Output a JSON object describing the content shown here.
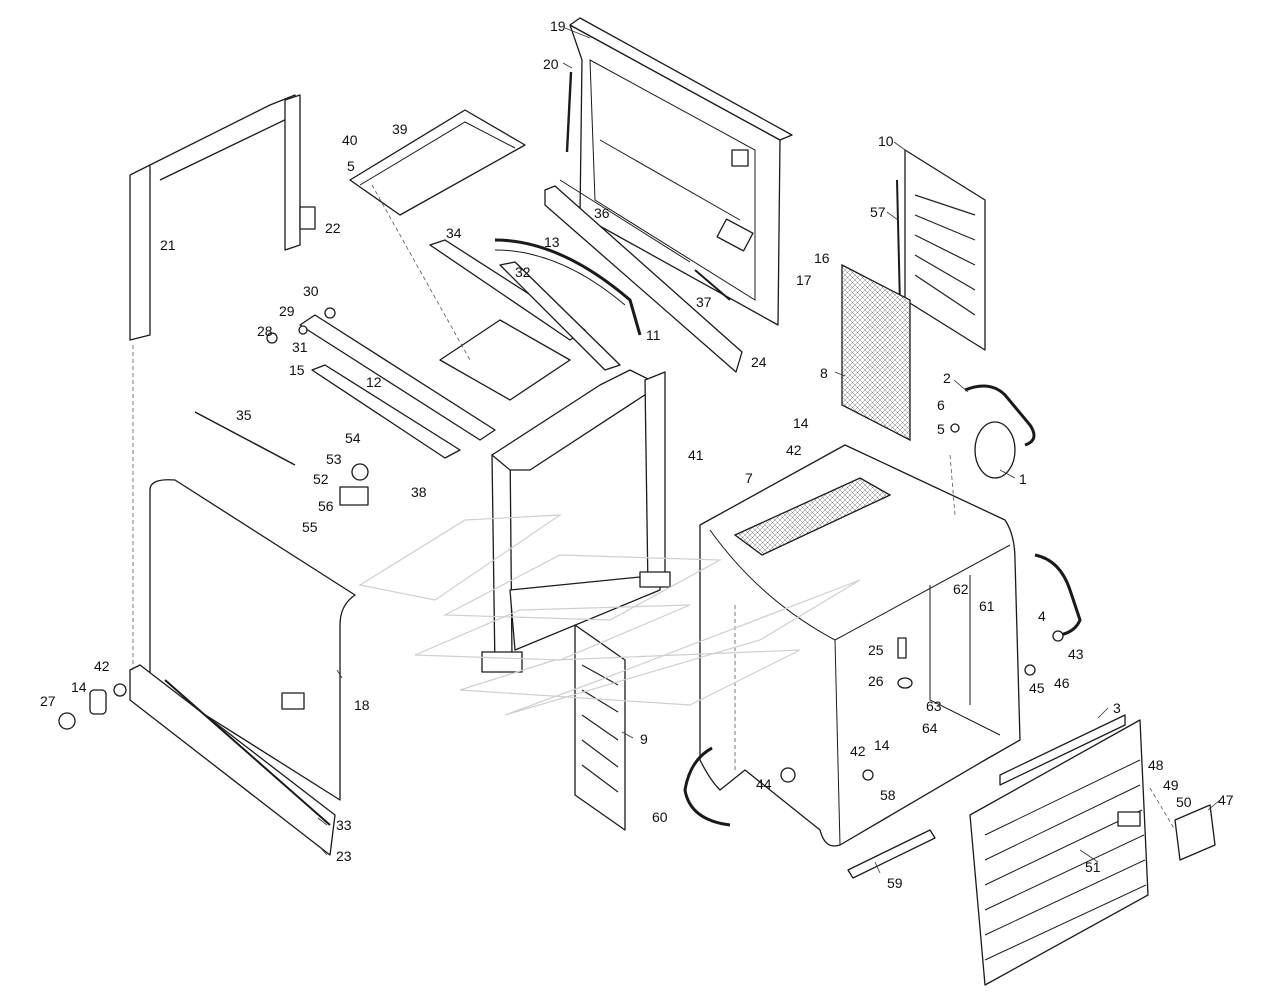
{
  "part_labels": {
    "p1": "1",
    "p2": "2",
    "p3": "3",
    "p4": "4",
    "p5a": "5",
    "p5b": "5",
    "p6": "6",
    "p7": "7",
    "p8": "8",
    "p9": "9",
    "p10": "10",
    "p11": "11",
    "p12": "12",
    "p13": "13",
    "p14a": "14",
    "p14b": "14",
    "p14c": "14",
    "p15": "15",
    "p16": "16",
    "p17": "17",
    "p18": "18",
    "p19": "19",
    "p20": "20",
    "p21": "21",
    "p22": "22",
    "p23": "23",
    "p24": "24",
    "p25": "25",
    "p26": "26",
    "p27": "27",
    "p28": "28",
    "p29": "29",
    "p30": "30",
    "p31": "31",
    "p32": "32",
    "p33": "33",
    "p34": "34",
    "p35": "35",
    "p36": "36",
    "p37": "37",
    "p38": "38",
    "p39": "39",
    "p40": "40",
    "p41": "41",
    "p42a": "42",
    "p42b": "42",
    "p42c": "42",
    "p43": "43",
    "p44": "44",
    "p45": "45",
    "p46": "46",
    "p47": "47",
    "p48": "48",
    "p49": "49",
    "p50": "50",
    "p51": "51",
    "p52": "52",
    "p53": "53",
    "p54": "54",
    "p55": "55",
    "p56": "56",
    "p57": "57",
    "p58": "58",
    "p59": "59",
    "p60": "60",
    "p61": "61",
    "p62": "62",
    "p63": "63",
    "p64": "64"
  },
  "style": {
    "line_color": "#1a1a1a",
    "background": "#ffffff"
  }
}
